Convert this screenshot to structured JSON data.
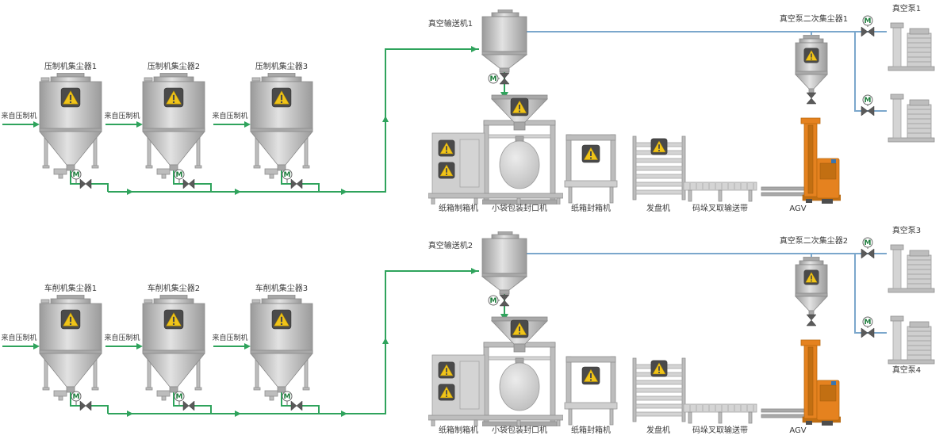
{
  "valve_motor_label": "M",
  "colors": {
    "background": "#ffffff",
    "pipe_green": "#2fa35c",
    "pipe_blue": "#7ba7cc",
    "valve_gray": "#5a5a5a",
    "motor_letter_green": "#1e7d3c",
    "warning_plate": "#4a4a4a",
    "warning_yellow": "#f0c419",
    "agv_orange": "#e5821f",
    "label_text": "#383838"
  },
  "lines": [
    {
      "name": "press-line",
      "collectors": [
        {
          "label": "压制机集尘器1",
          "source": "来自压制机"
        },
        {
          "label": "压制机集尘器2",
          "source": "来自压制机"
        },
        {
          "label": "压制机集尘器3",
          "source": "来自压制机"
        }
      ],
      "conveyor_label": "真空输送机1",
      "secondary_collector_label": "真空泵二次集尘器1",
      "pump_labels": {
        "top": "真空泵1",
        "bottom": ""
      },
      "equipment_labels": [
        "纸箱制箱机",
        "小袋包装封口机",
        "纸箱封箱机",
        "发盘机",
        "码垛叉取输送带",
        "AGV"
      ]
    },
    {
      "name": "turning-line",
      "collectors": [
        {
          "label": "车削机集尘器1",
          "source": "来自压制机"
        },
        {
          "label": "车削机集尘器2",
          "source": "来自压制机"
        },
        {
          "label": "车削机集尘器3",
          "source": "来自压制机"
        }
      ],
      "conveyor_label": "真空输送机2",
      "secondary_collector_label": "真空泵二次集尘器2",
      "pump_labels": {
        "top": "真空泵3",
        "bottom": "真空泵4"
      },
      "equipment_labels": [
        "纸箱制箱机",
        "小袋包装封口机",
        "纸箱封箱机",
        "发盘机",
        "码垛叉取输送带",
        "AGV"
      ]
    }
  ]
}
